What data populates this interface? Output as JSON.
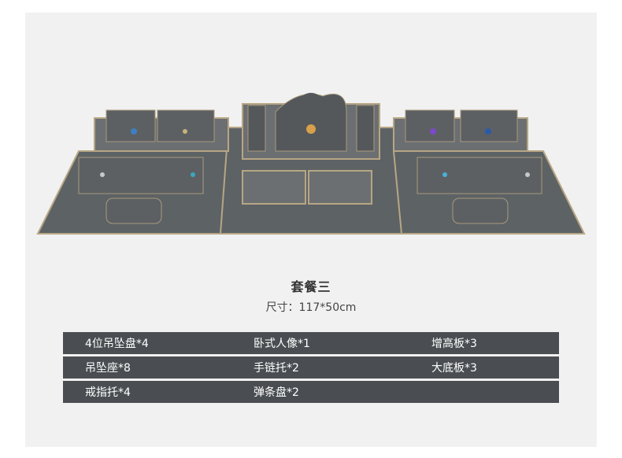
{
  "product": {
    "title": "套餐三",
    "size": "尺寸：117*50cm"
  },
  "items": [
    [
      "4位吊坠盘*4",
      "卧式人像*1",
      "增高板*3"
    ],
    [
      "吊坠座*8",
      "手链托*2",
      "大底板*3"
    ],
    [
      "戒指托*4",
      "弹条盘*2",
      ""
    ]
  ],
  "colors": {
    "board": "#5f6467",
    "board_edge": "#a89a7c",
    "table_row": "#4a4e52",
    "background": "#f1f1f1"
  }
}
